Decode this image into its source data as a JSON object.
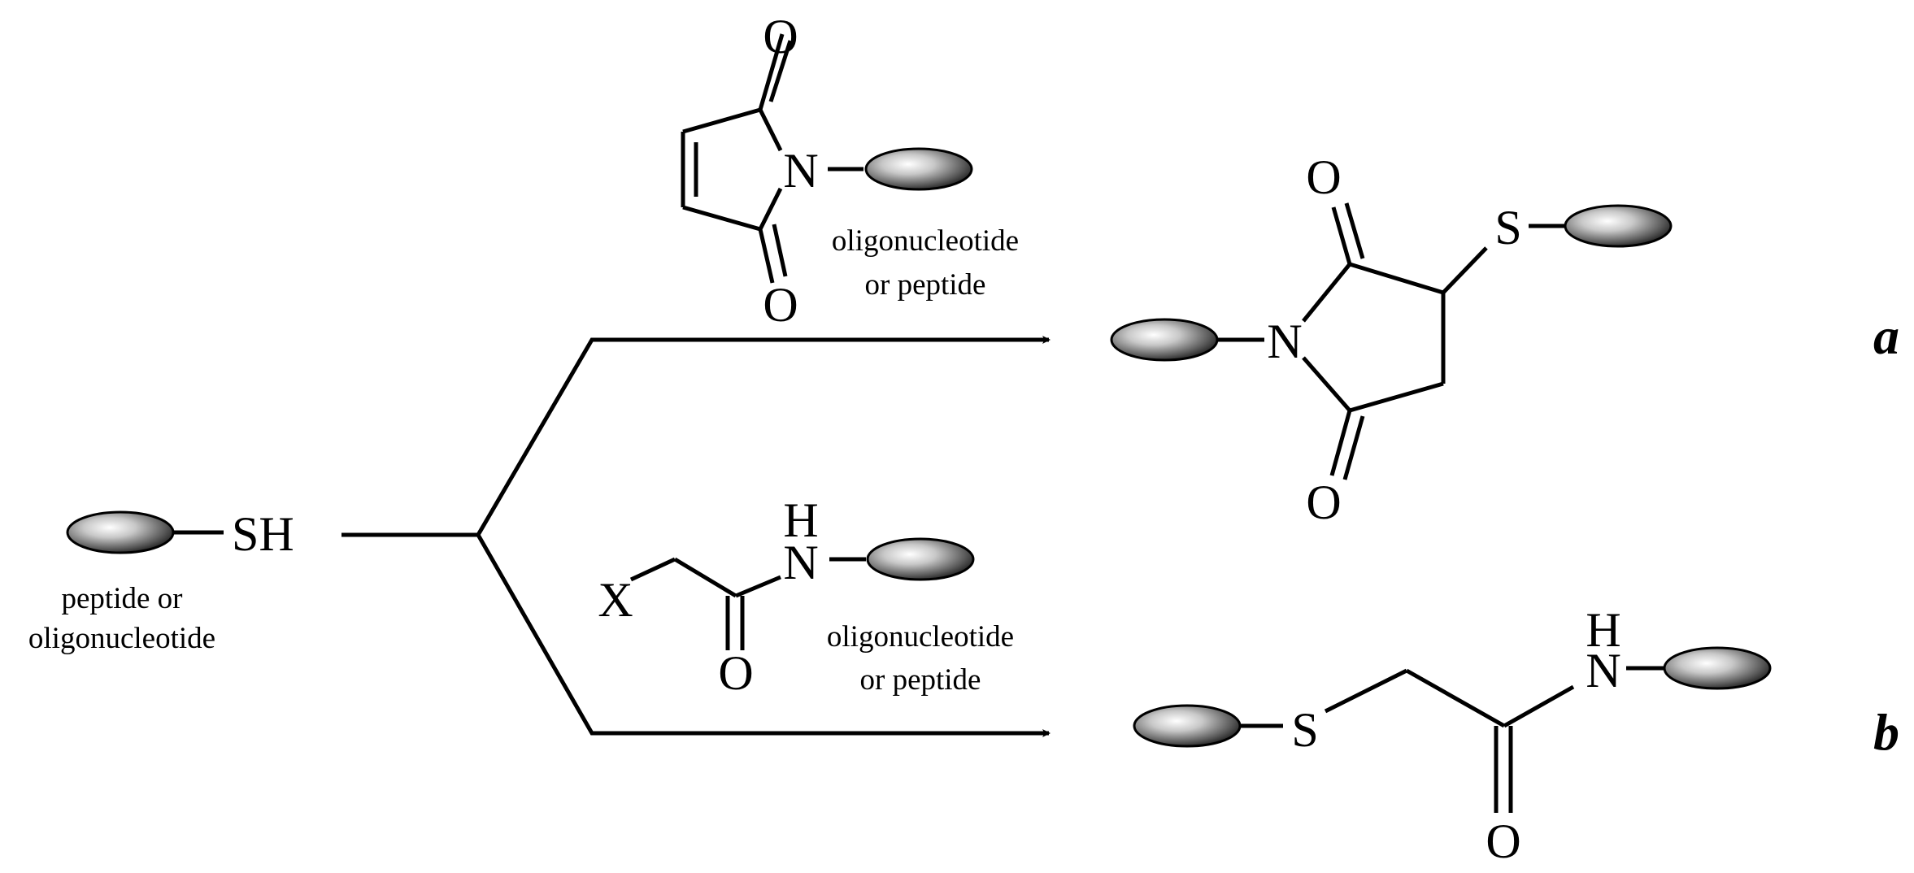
{
  "atoms": {
    "O": "O",
    "N": "N",
    "S": "S",
    "H": "H",
    "X": "X",
    "SH": "SH"
  },
  "captions": {
    "start_line1": "peptide or",
    "start_line2": "oligonucleotide",
    "reagent_line1": "oligonucleotide",
    "reagent_line2": "or peptide"
  },
  "pathways": {
    "a": "a",
    "b": "b"
  }
}
